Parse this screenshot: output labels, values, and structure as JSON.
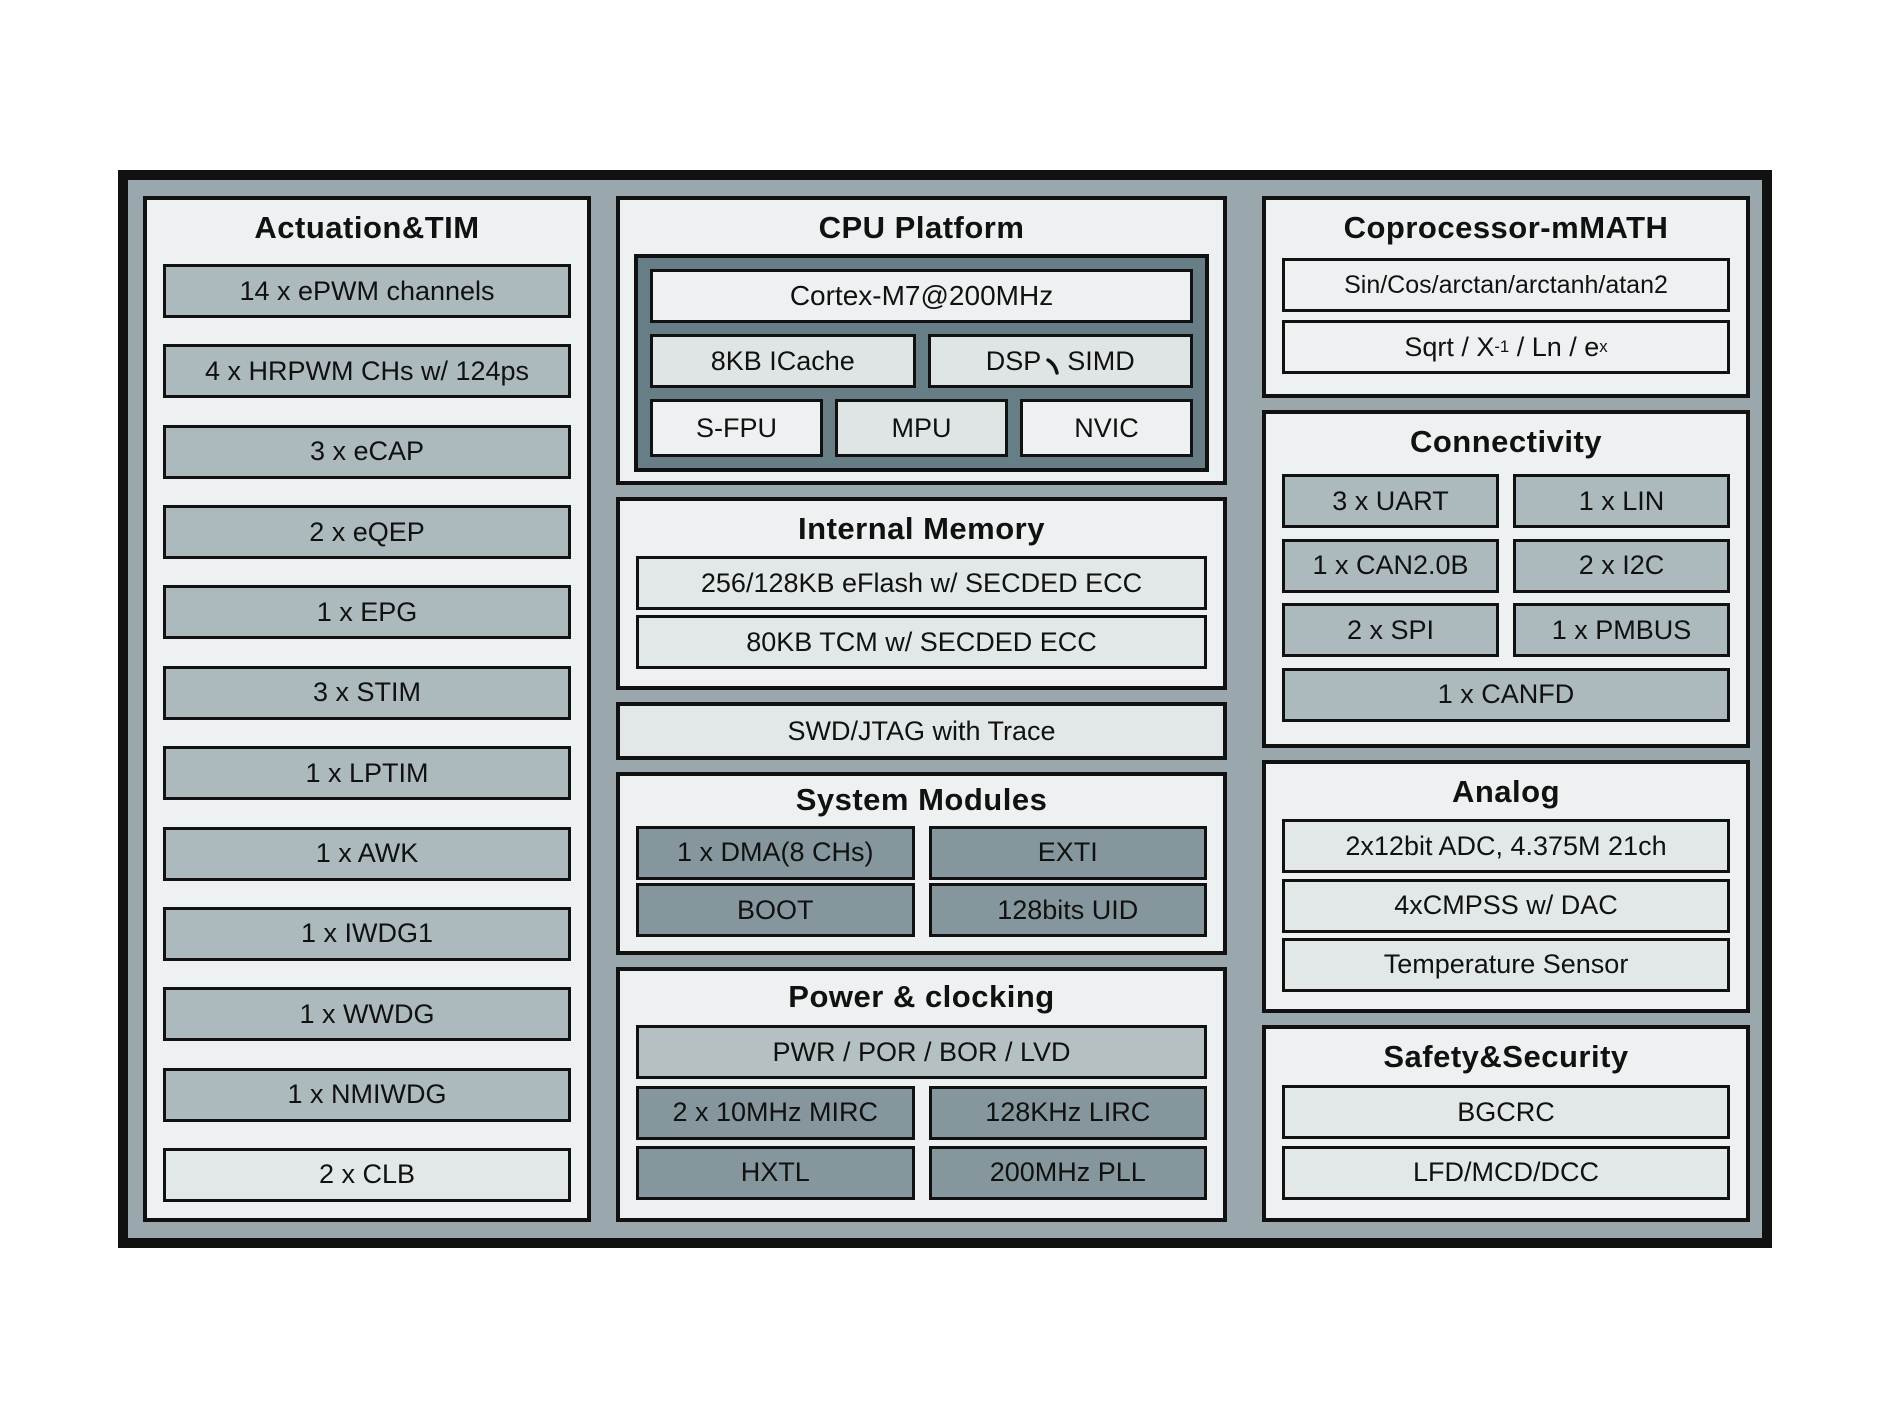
{
  "colors": {
    "frame_gray": "#9aa8ad",
    "panel_bg": "#eef1f1",
    "item_medium": "#acb9bd",
    "item_dark": "#85979c",
    "item_light": "#e2e8e8",
    "pwr_bar": "#b4c0c2",
    "cpu_container": "#677e86",
    "border": "#111111"
  },
  "diagram": {
    "left_panel": {
      "title": "Actuation&TIM",
      "items": [
        "14 x ePWM channels",
        "4 x HRPWM CHs w/ 124ps",
        "3 x eCAP",
        "2 x eQEP",
        "1 x EPG",
        "3 x STIM",
        "1 x LPTIM",
        "1 x AWK",
        "1 x IWDG1",
        "1 x WWDG",
        "1 x NMIWDG",
        "2 x CLB"
      ]
    },
    "cpu_platform": {
      "title": "CPU Platform",
      "core": "Cortex-M7@200MHz",
      "row2": [
        "8KB ICache",
        "DSP、SIMD"
      ],
      "row2_parts": {
        "icache": "8KB ICache",
        "dsp": "DSP",
        "simd": "SIMD"
      },
      "row3": [
        "S-FPU",
        "MPU",
        "NVIC"
      ]
    },
    "internal_memory": {
      "title": "Internal Memory",
      "items": [
        "256/128KB eFlash w/ SECDED ECC",
        "80KB TCM w/ SECDED ECC"
      ]
    },
    "debug_bar": "SWD/JTAG with Trace",
    "system_modules": {
      "title": "System Modules",
      "items": [
        "1 x DMA(8 CHs)",
        "EXTI",
        "BOOT",
        "128bits UID"
      ]
    },
    "power_clocking": {
      "title": "Power & clocking",
      "wide": "PWR / POR / BOR / LVD",
      "items": [
        "2 x 10MHz MIRC",
        "128KHz LIRC",
        "HXTL",
        "200MHz PLL"
      ]
    },
    "coprocessor": {
      "title": "Coprocessor-mMATH",
      "item1": "Sin/Cos/arctan/arctanh/atan2",
      "item2": "Sqrt / X-1 / Ln / ex",
      "item2_parts": {
        "a": "Sqrt / X",
        "sup1": "-1",
        "b": " / Ln / e",
        "sup2": "x"
      }
    },
    "connectivity": {
      "title": "Connectivity",
      "grid": [
        "3 x UART",
        "1 x LIN",
        "1 x CAN2.0B",
        "2 x I2C",
        "2 x SPI",
        "1 x PMBUS"
      ],
      "wide": "1 x CANFD"
    },
    "analog": {
      "title": "Analog",
      "items": [
        "2x12bit ADC, 4.375M 21ch",
        "4xCMPSS w/ DAC",
        "Temperature Sensor"
      ]
    },
    "safety": {
      "title": "Safety&Security",
      "items": [
        "BGCRC",
        "LFD/MCD/DCC"
      ]
    }
  }
}
